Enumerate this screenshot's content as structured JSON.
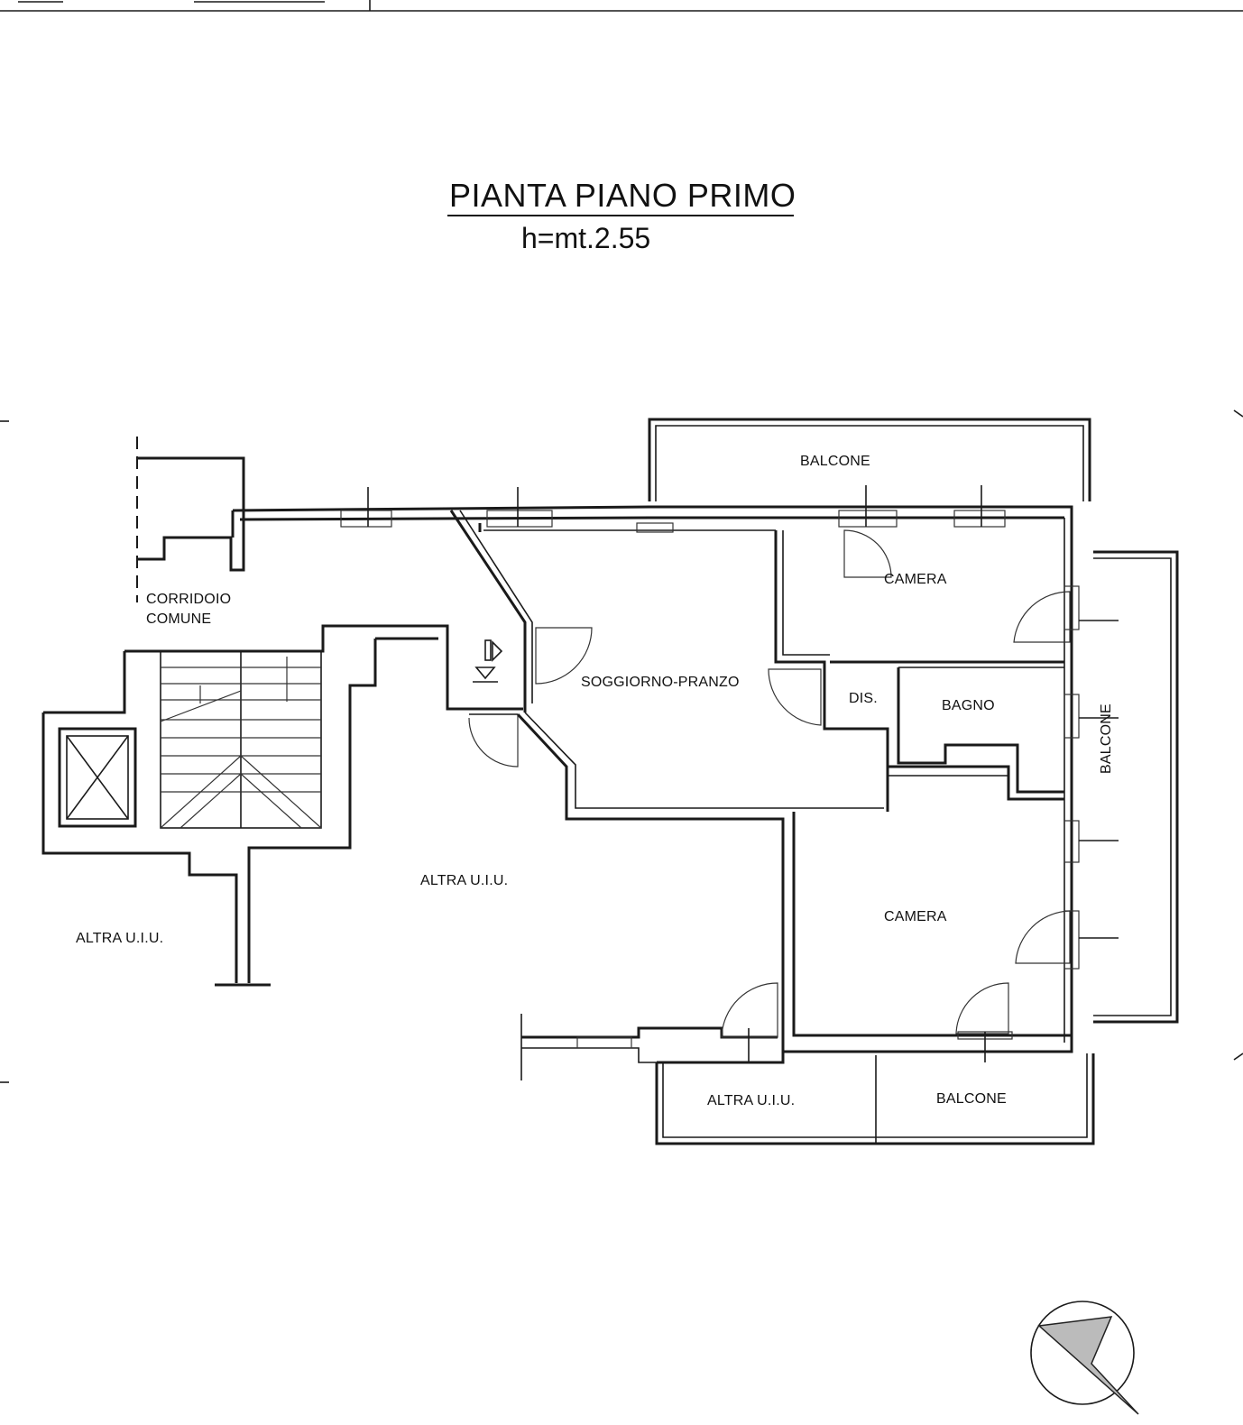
{
  "header": {
    "title": "PIANTA PIANO PRIMO",
    "height_note": "h=mt.2.55"
  },
  "rooms": {
    "balcone_top": "BALCONE",
    "camera_top": "CAMERA",
    "corridoio": "CORRIDOIO",
    "comune": "COMUNE",
    "soggiorno": "SOGGIORNO-PRANZO",
    "dis": "DIS.",
    "bagno": "BAGNO",
    "balcone_right": "BALCONE",
    "altra_center": "ALTRA U.I.U.",
    "altra_left": "ALTRA U.I.U.",
    "camera_bottom": "CAMERA",
    "altra_bottom": "ALTRA U.I.U.",
    "balcone_bottom": "BALCONE"
  }
}
